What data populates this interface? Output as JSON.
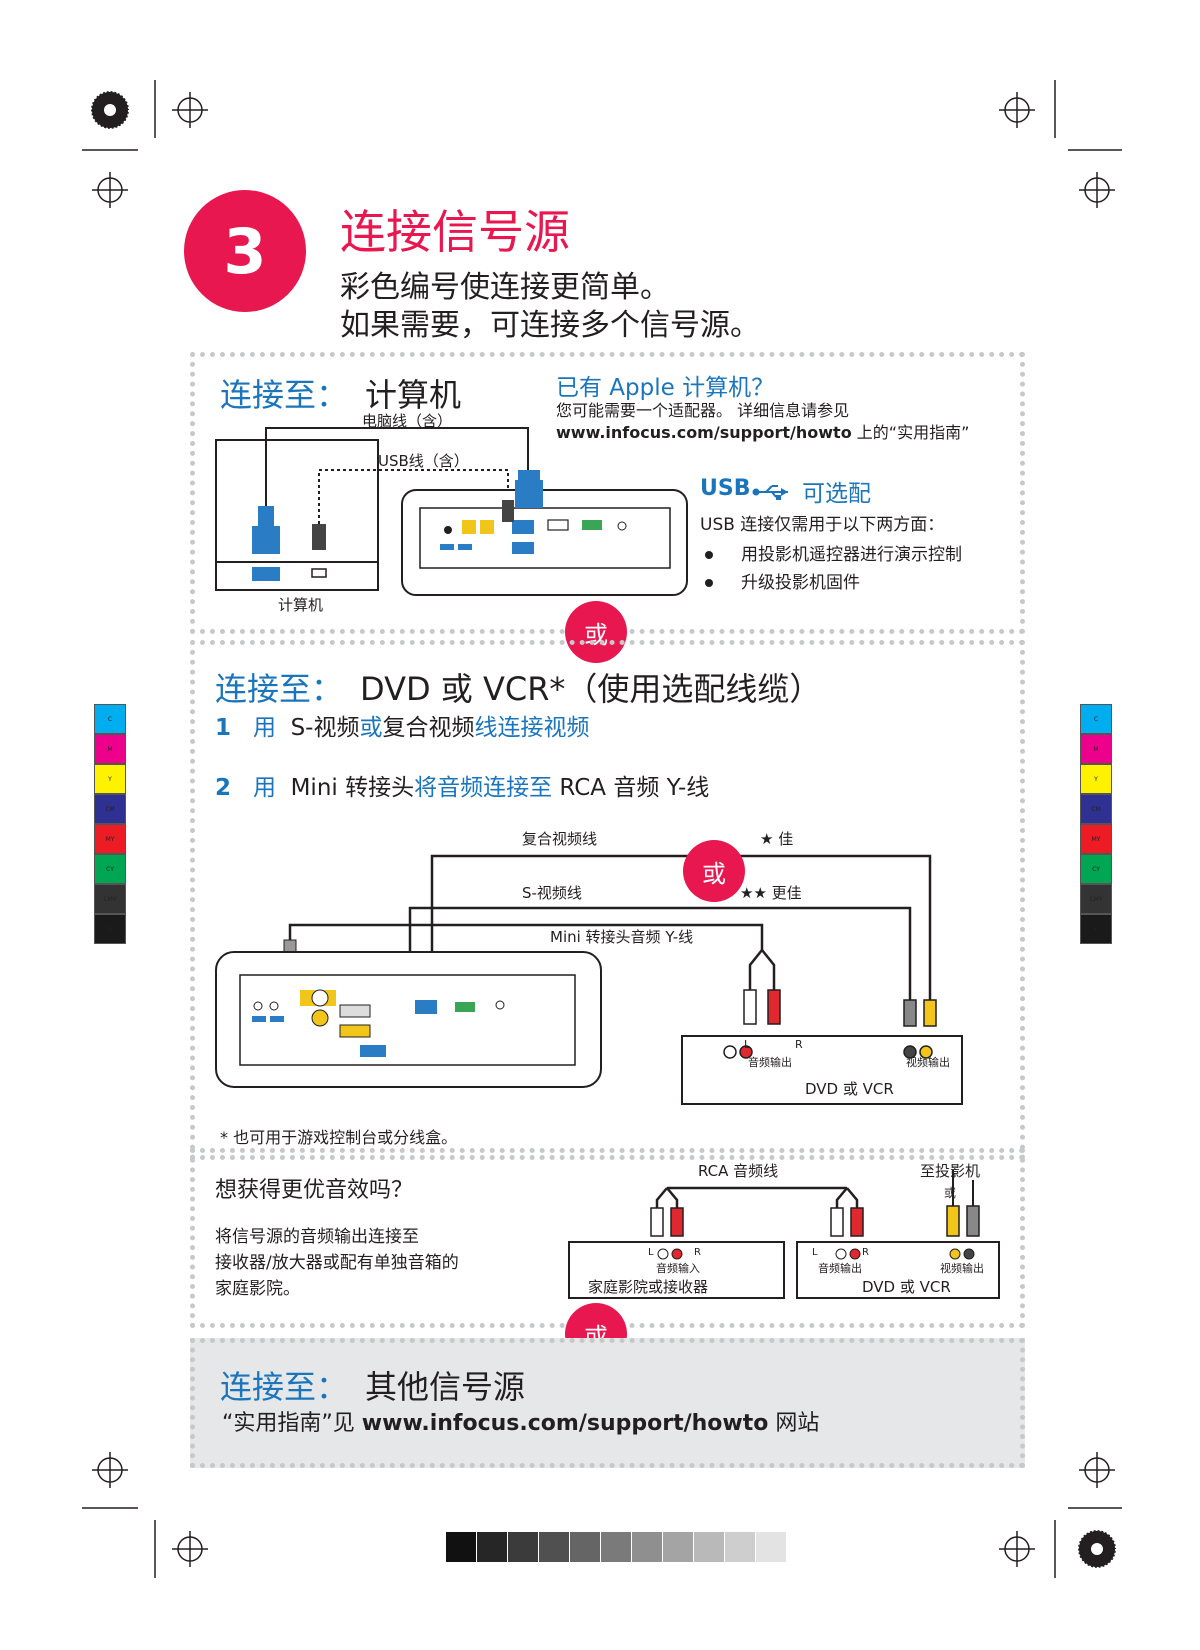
{
  "header": {
    "step_number": "3",
    "title": "连接信号源",
    "subtitle_line1": "彩色编号使连接更简单。",
    "subtitle_line2": "如果需要，可连接多个信号源。"
  },
  "section_computer": {
    "connect_label": "连接至：",
    "target": "计算机",
    "cable_computer": "电脑线（含）",
    "cable_usb": "USB线（含）",
    "computer_caption": "计算机",
    "apple_title": "已有 Apple 计算机？",
    "apple_line1": "您可能需要一个适配器。 详细信息请参见",
    "apple_url": "www.infocus.com/support/howto",
    "apple_line2_suffix": " 上的“实用指南”",
    "usb_title": "USB",
    "usb_optional": "可选配",
    "usb_desc": "USB 连接仅需用于以下两方面：",
    "usb_bullets": [
      "用投影机遥控器进行演示控制",
      "升级投影机固件"
    ]
  },
  "or_label": "或",
  "section_dvd": {
    "connect_label": "连接至：",
    "target": "DVD 或 VCR*（使用选配线缆）",
    "step1_num": "1",
    "step1_use": "用",
    "step1_a": "S-视频",
    "step1_or": "或",
    "step1_b": "复合视频",
    "step1_c": "线连接视频",
    "step2_num": "2",
    "step2_use": "用",
    "step2_a": "Mini 转接头",
    "step2_b": "将音频连接至",
    "step2_c": "RCA 音频 Y-线",
    "cable_composite": "复合视频线",
    "good": "★ 佳",
    "cable_svideo": "S-视频线",
    "better": "★★ 更佳",
    "cable_mini": "Mini 转接头音频 Y-线",
    "device_audio_out": "音频输出",
    "device_video_out": "视频输出",
    "device_name": "DVD 或 VCR",
    "lr_l": "L",
    "lr_r": "R",
    "footnote": "* 也可用于游戏控制台或分线盒。"
  },
  "section_audio": {
    "title": "想获得更优音效吗？",
    "desc_line1": "将信号源的音频输出连接至",
    "desc_line2": "接收器/放大器或配有单独音箱的",
    "desc_line3": "家庭影院。",
    "rca_cable": "RCA 音频线",
    "to_projector": "至投影机",
    "or_small": "或",
    "receiver_audio_in": "音频输入",
    "receiver_name": "家庭影院或接收器",
    "dvd_audio_out": "音频输出",
    "dvd_video_out": "视频输出",
    "dvd_name": "DVD 或 VCR",
    "lr_l": "L",
    "lr_r": "R"
  },
  "section_other": {
    "connect_label": "连接至：",
    "target": "其他信号源",
    "line_prefix": "“实用指南”见 ",
    "url": "www.infocus.com/support/howto",
    "line_suffix": " 网站"
  },
  "colors": {
    "accent_pink": "#e8174f",
    "accent_blue": "#1b75bc",
    "connector_blue": "#2a7dc4",
    "cable_yellow": "#f2c51b",
    "cable_red": "#e0282e"
  },
  "color_bar": [
    "#00adef",
    "#ec008c",
    "#fff200",
    "#2e3192",
    "#ed1c24",
    "#00a651",
    "#333333",
    "#1a1a1a"
  ],
  "color_bar_labels": [
    "C",
    "M",
    "Y",
    "CM",
    "MY",
    "CY",
    "CMY",
    "K"
  ],
  "gray_bar": [
    "#111111",
    "#262626",
    "#3b3b3b",
    "#505050",
    "#656565",
    "#7a7a7a",
    "#8f8f8f",
    "#a4a4a4",
    "#b9b9b9",
    "#cecece",
    "#e3e3e3"
  ]
}
